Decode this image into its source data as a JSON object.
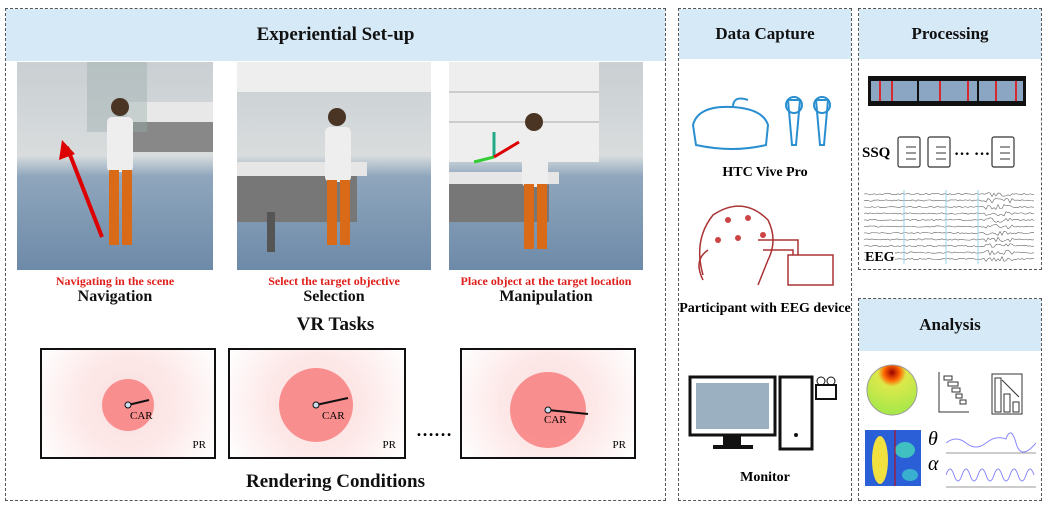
{
  "setup": {
    "title": "Experiential Set-up",
    "tasks": [
      {
        "caption": "Navigating in the scene",
        "label": "Navigation"
      },
      {
        "caption": "Select the target objective",
        "label": "Selection"
      },
      {
        "caption": "Place object at the target location",
        "label": "Manipulation"
      }
    ],
    "tasks_title": "VR Tasks",
    "conditions": [
      {
        "car": "CAR",
        "pr": "PR"
      },
      {
        "car": "CAR",
        "pr": "PR"
      },
      {
        "car": "CAR",
        "pr": "PR"
      }
    ],
    "ellipsis": "……",
    "conditions_title": "Rendering Conditions"
  },
  "capture": {
    "title": "Data Capture",
    "devices": [
      "HTC Vive Pro",
      "Participant with EEG device",
      "Monitor"
    ]
  },
  "processing": {
    "title": "Processing",
    "ssq": "SSQ",
    "ellipsis": "… …",
    "eeg": "EEG"
  },
  "analysis": {
    "title": "Analysis",
    "theta": "θ",
    "alpha": "α"
  },
  "colors": {
    "header": "#d6e9f7",
    "caption": "#e0201c"
  }
}
